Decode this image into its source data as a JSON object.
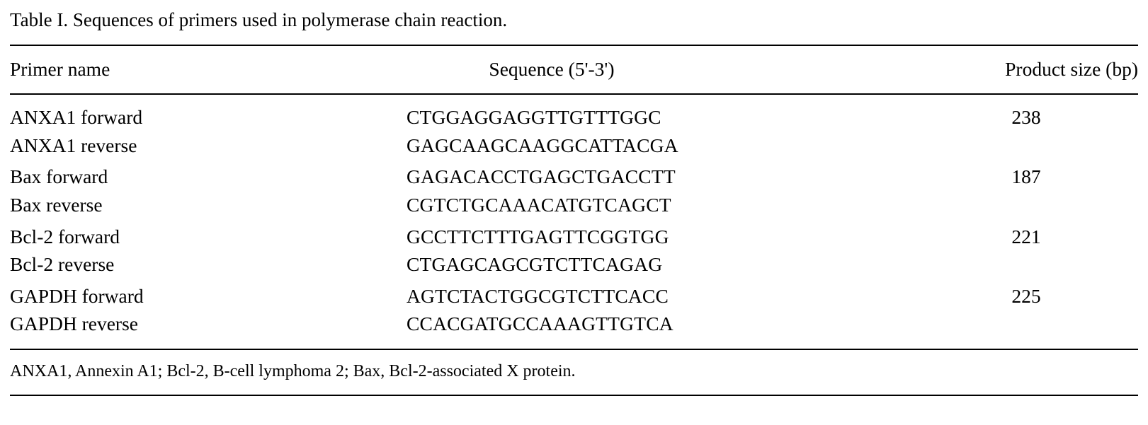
{
  "caption": "Table I. Sequences of primers used in polymerase chain reaction.",
  "columns": {
    "primer_name": "Primer name",
    "sequence": "Sequence (5'-3')",
    "product_size": "Product size (bp)"
  },
  "rows": [
    {
      "name": "ANXA1 forward",
      "sequence": "CTGGAGGAGGTTGTTTGGC",
      "size": "238"
    },
    {
      "name": "ANXA1 reverse",
      "sequence": "GAGCAAGCAAGGCATTACGA",
      "size": ""
    },
    {
      "name": "Bax forward",
      "sequence": "GAGACACCTGAGCTGACCTT",
      "size": "187"
    },
    {
      "name": "Bax reverse",
      "sequence": "CGTCTGCAAACATGTCAGCT",
      "size": ""
    },
    {
      "name": "Bcl-2 forward",
      "sequence": "GCCTTCTTTGAGTTCGGTGG",
      "size": "221"
    },
    {
      "name": "Bcl-2 reverse",
      "sequence": "CTGAGCAGCGTCTTCAGAG",
      "size": ""
    },
    {
      "name": "GAPDH forward",
      "sequence": "AGTCTACTGGCGTCTTCACC",
      "size": "225"
    },
    {
      "name": "GAPDH reverse",
      "sequence": "CCACGATGCCAAAGTTGTCA",
      "size": ""
    }
  ],
  "footnote": "ANXA1, Annexin A1; Bcl-2, B-cell lymphoma 2; Bax, Bcl-2-associated X protein."
}
